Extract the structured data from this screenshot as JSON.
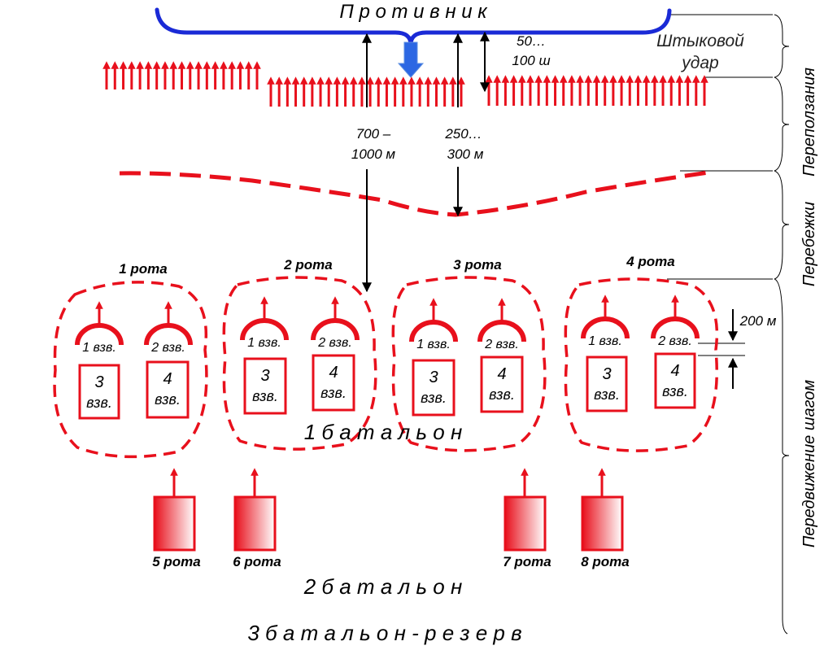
{
  "enemy_label": "П р о т и в н и к",
  "distances": {
    "d1_line1": "700 –",
    "d1_line2": "1000 м",
    "d2_line1": "250…",
    "d2_line2": "300 м",
    "d3_line1": "50…",
    "d3_line2": "100 ш",
    "d4": "200 м"
  },
  "phases": {
    "bayonet_line1": "Штыковой",
    "bayonet_line2": "удар",
    "crawl": "Переползания",
    "rush": "Перебежки",
    "step": "Передвижение шагом"
  },
  "companies": [
    "1 рота",
    "2 рота",
    "3 рота",
    "4 рота"
  ],
  "platoons": {
    "p1": "1 взв.",
    "p2": "2 взв.",
    "p3_num": "3",
    "p4_num": "4",
    "suffix": "взв."
  },
  "battalion1": "1   б а т а л ь о н",
  "reserve_companies": [
    "5 рота",
    "6 рота",
    "7 рота",
    "8 рота"
  ],
  "battalion2": "2   б а т а л ь о н",
  "battalion3": "3   б а т а л ь о н -   р е з е р в",
  "colors": {
    "enemy": "#1a2ad6",
    "own": "#e8101c",
    "ink": "#000000"
  }
}
